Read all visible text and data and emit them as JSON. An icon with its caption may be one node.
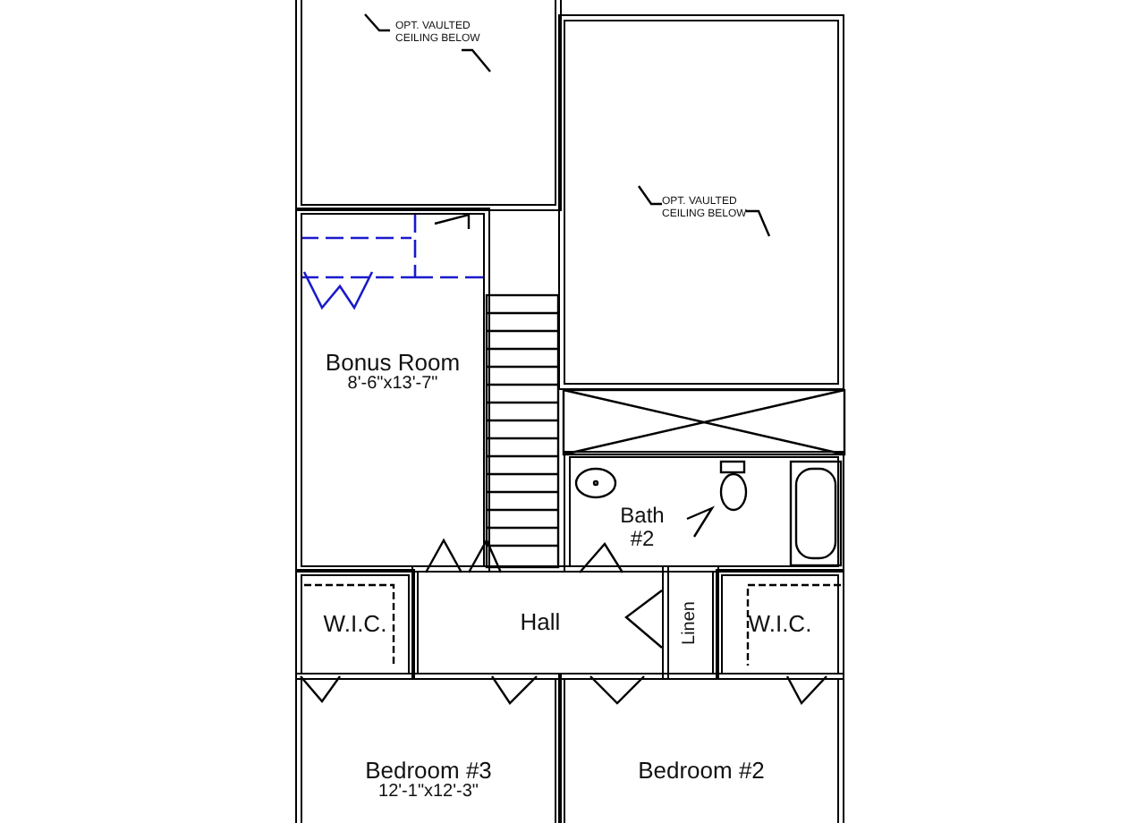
{
  "diagram": {
    "nodes": [
      {
        "text": [
          "OPT. VAULTED CEILING BELOW"
        ]
      },
      {
        "text": [
          "OPT. VAULTED CEILING BELOW"
        ]
      },
      {
        "text": [
          "Bonus Room",
          "8'-6\"x13'-7\""
        ]
      },
      {
        "text": [
          "Bath #2"
        ]
      },
      {
        "text": [
          "Hall"
        ]
      },
      {
        "text": [
          "Linen"
        ]
      },
      {
        "text": [
          "W.I.C."
        ]
      },
      {
        "text": [
          "W.I.C."
        ]
      },
      {
        "text": [
          "Bedroom #3",
          "12'-1\"x12'-3\""
        ]
      },
      {
        "text": [
          "Bedroom #2"
        ]
      }
    ]
  }
}
